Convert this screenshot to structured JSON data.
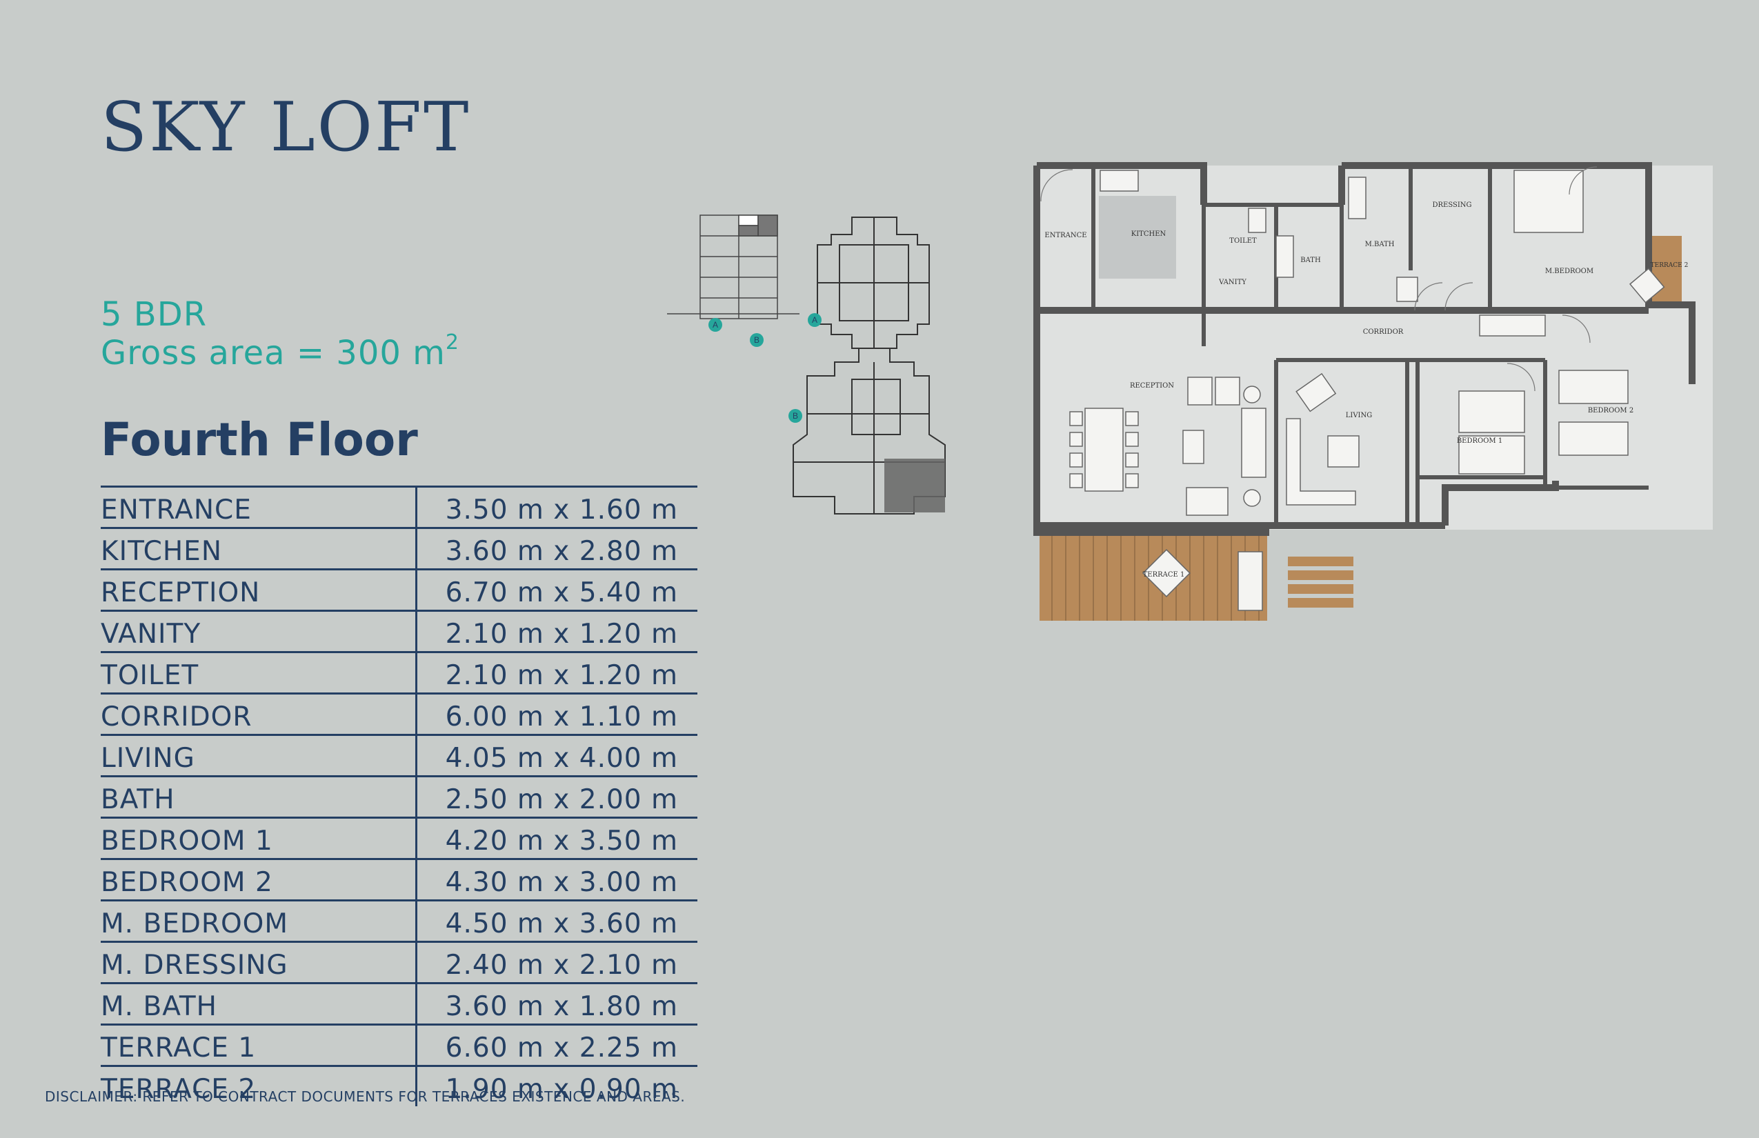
{
  "title": "SKY LOFT",
  "unit_type": "5 BDR",
  "gross_area": {
    "label": "Gross area = 300 m",
    "superscript": "2"
  },
  "floor": "Fourth Floor",
  "rooms": [
    {
      "name": "ENTRANCE",
      "dimensions": "3.50 m x 1.60 m"
    },
    {
      "name": "KITCHEN",
      "dimensions": "3.60 m x 2.80 m"
    },
    {
      "name": "RECEPTION",
      "dimensions": "6.70 m x 5.40 m"
    },
    {
      "name": "VANITY",
      "dimensions": "2.10 m x 1.20 m"
    },
    {
      "name": "TOILET",
      "dimensions": "2.10 m x 1.20 m"
    },
    {
      "name": "CORRIDOR",
      "dimensions": "6.00 m x 1.10 m"
    },
    {
      "name": "LIVING",
      "dimensions": "4.05 m x 4.00 m"
    },
    {
      "name": "BATH",
      "dimensions": "2.50 m x 2.00 m"
    },
    {
      "name": "BEDROOM 1",
      "dimensions": "4.20 m x 3.50 m"
    },
    {
      "name": "BEDROOM 2",
      "dimensions": "4.30 m x 3.00 m"
    },
    {
      "name": "M. BEDROOM",
      "dimensions": "4.50 m x 3.60 m"
    },
    {
      "name": "M. DRESSING",
      "dimensions": "2.40 m x 2.10 m"
    },
    {
      "name": "M. BATH",
      "dimensions": "3.60 m x 1.80 m"
    },
    {
      "name": "TERRACE 1",
      "dimensions": "6.60 m x 2.25 m"
    },
    {
      "name": "TERRACE 2",
      "dimensions": "1.90 m x 0.90 m"
    }
  ],
  "key_plan": {
    "markers": [
      "A",
      "B",
      "A",
      "B"
    ]
  },
  "floor_plan": {
    "labels": {
      "entrance": "ENTRANCE",
      "kitchen": "KITCHEN",
      "toilet": "TOILET",
      "vanity": "VANITY",
      "bath": "BATH",
      "mbath": "M.BATH",
      "dressing": "DRESSING",
      "mbedroom": "M.BEDROOM",
      "terrace2": "TERRACE 2",
      "corridor": "CORRIDOR",
      "reception": "RECEPTION",
      "living": "LIVING",
      "bedroom1": "BEDROOM 1",
      "bedroom2": "BEDROOM 2",
      "terrace1": "TERRACE 1"
    }
  },
  "colors": {
    "background": "#c8ccca",
    "navy": "#243f63",
    "teal": "#26a69b",
    "wood": "#b88a5a",
    "wall": "#555555"
  },
  "disclaimer": "DISCLAIMER: REFER TO CONTRACT DOCUMENTS FOR TERRACES EXISTENCE AND AREAS."
}
